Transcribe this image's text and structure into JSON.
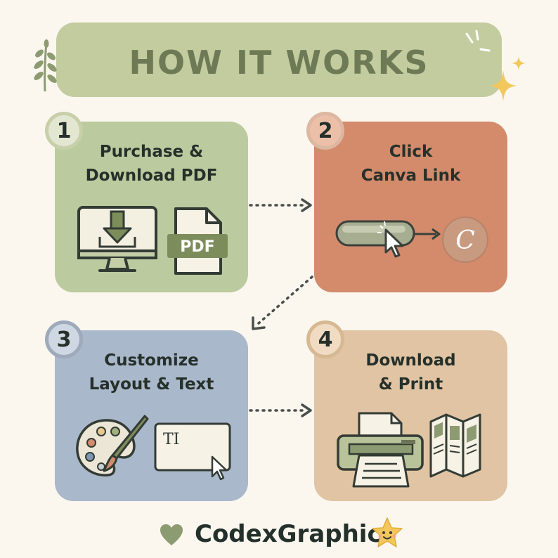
{
  "header": {
    "title": "HOW IT WORKS"
  },
  "steps": [
    {
      "number": "1",
      "title_lines": [
        "Purchase &",
        "Download PDF"
      ],
      "icons": [
        "monitor-download-icon",
        "pdf-file-icon"
      ],
      "pdf_label": "PDF",
      "color": "#bccb9f"
    },
    {
      "number": "2",
      "title_lines": [
        "Click",
        "Canva Link"
      ],
      "icons": [
        "link-button-cursor-icon",
        "canva-logo-icon"
      ],
      "logo_letter": "C",
      "color": "#d38b6c"
    },
    {
      "number": "3",
      "title_lines": [
        "Customize",
        "Layout & Text"
      ],
      "icons": [
        "paint-palette-icon",
        "text-box-icon"
      ],
      "text_box_label": "TI",
      "color": "#a9b8cb"
    },
    {
      "number": "4",
      "title_lines": [
        "Download",
        "& Print"
      ],
      "icons": [
        "printer-icon",
        "folded-brochure-icon"
      ],
      "color": "#e0c4a3"
    }
  ],
  "footer": {
    "brand": "CodexGraphic",
    "icons": [
      "heart-icon",
      "star-face-icon"
    ]
  },
  "colors": {
    "background": "#fbf7ef",
    "banner": "#c3cc9e",
    "banner_text": "#6d7a55",
    "star": "#f2c75c"
  }
}
